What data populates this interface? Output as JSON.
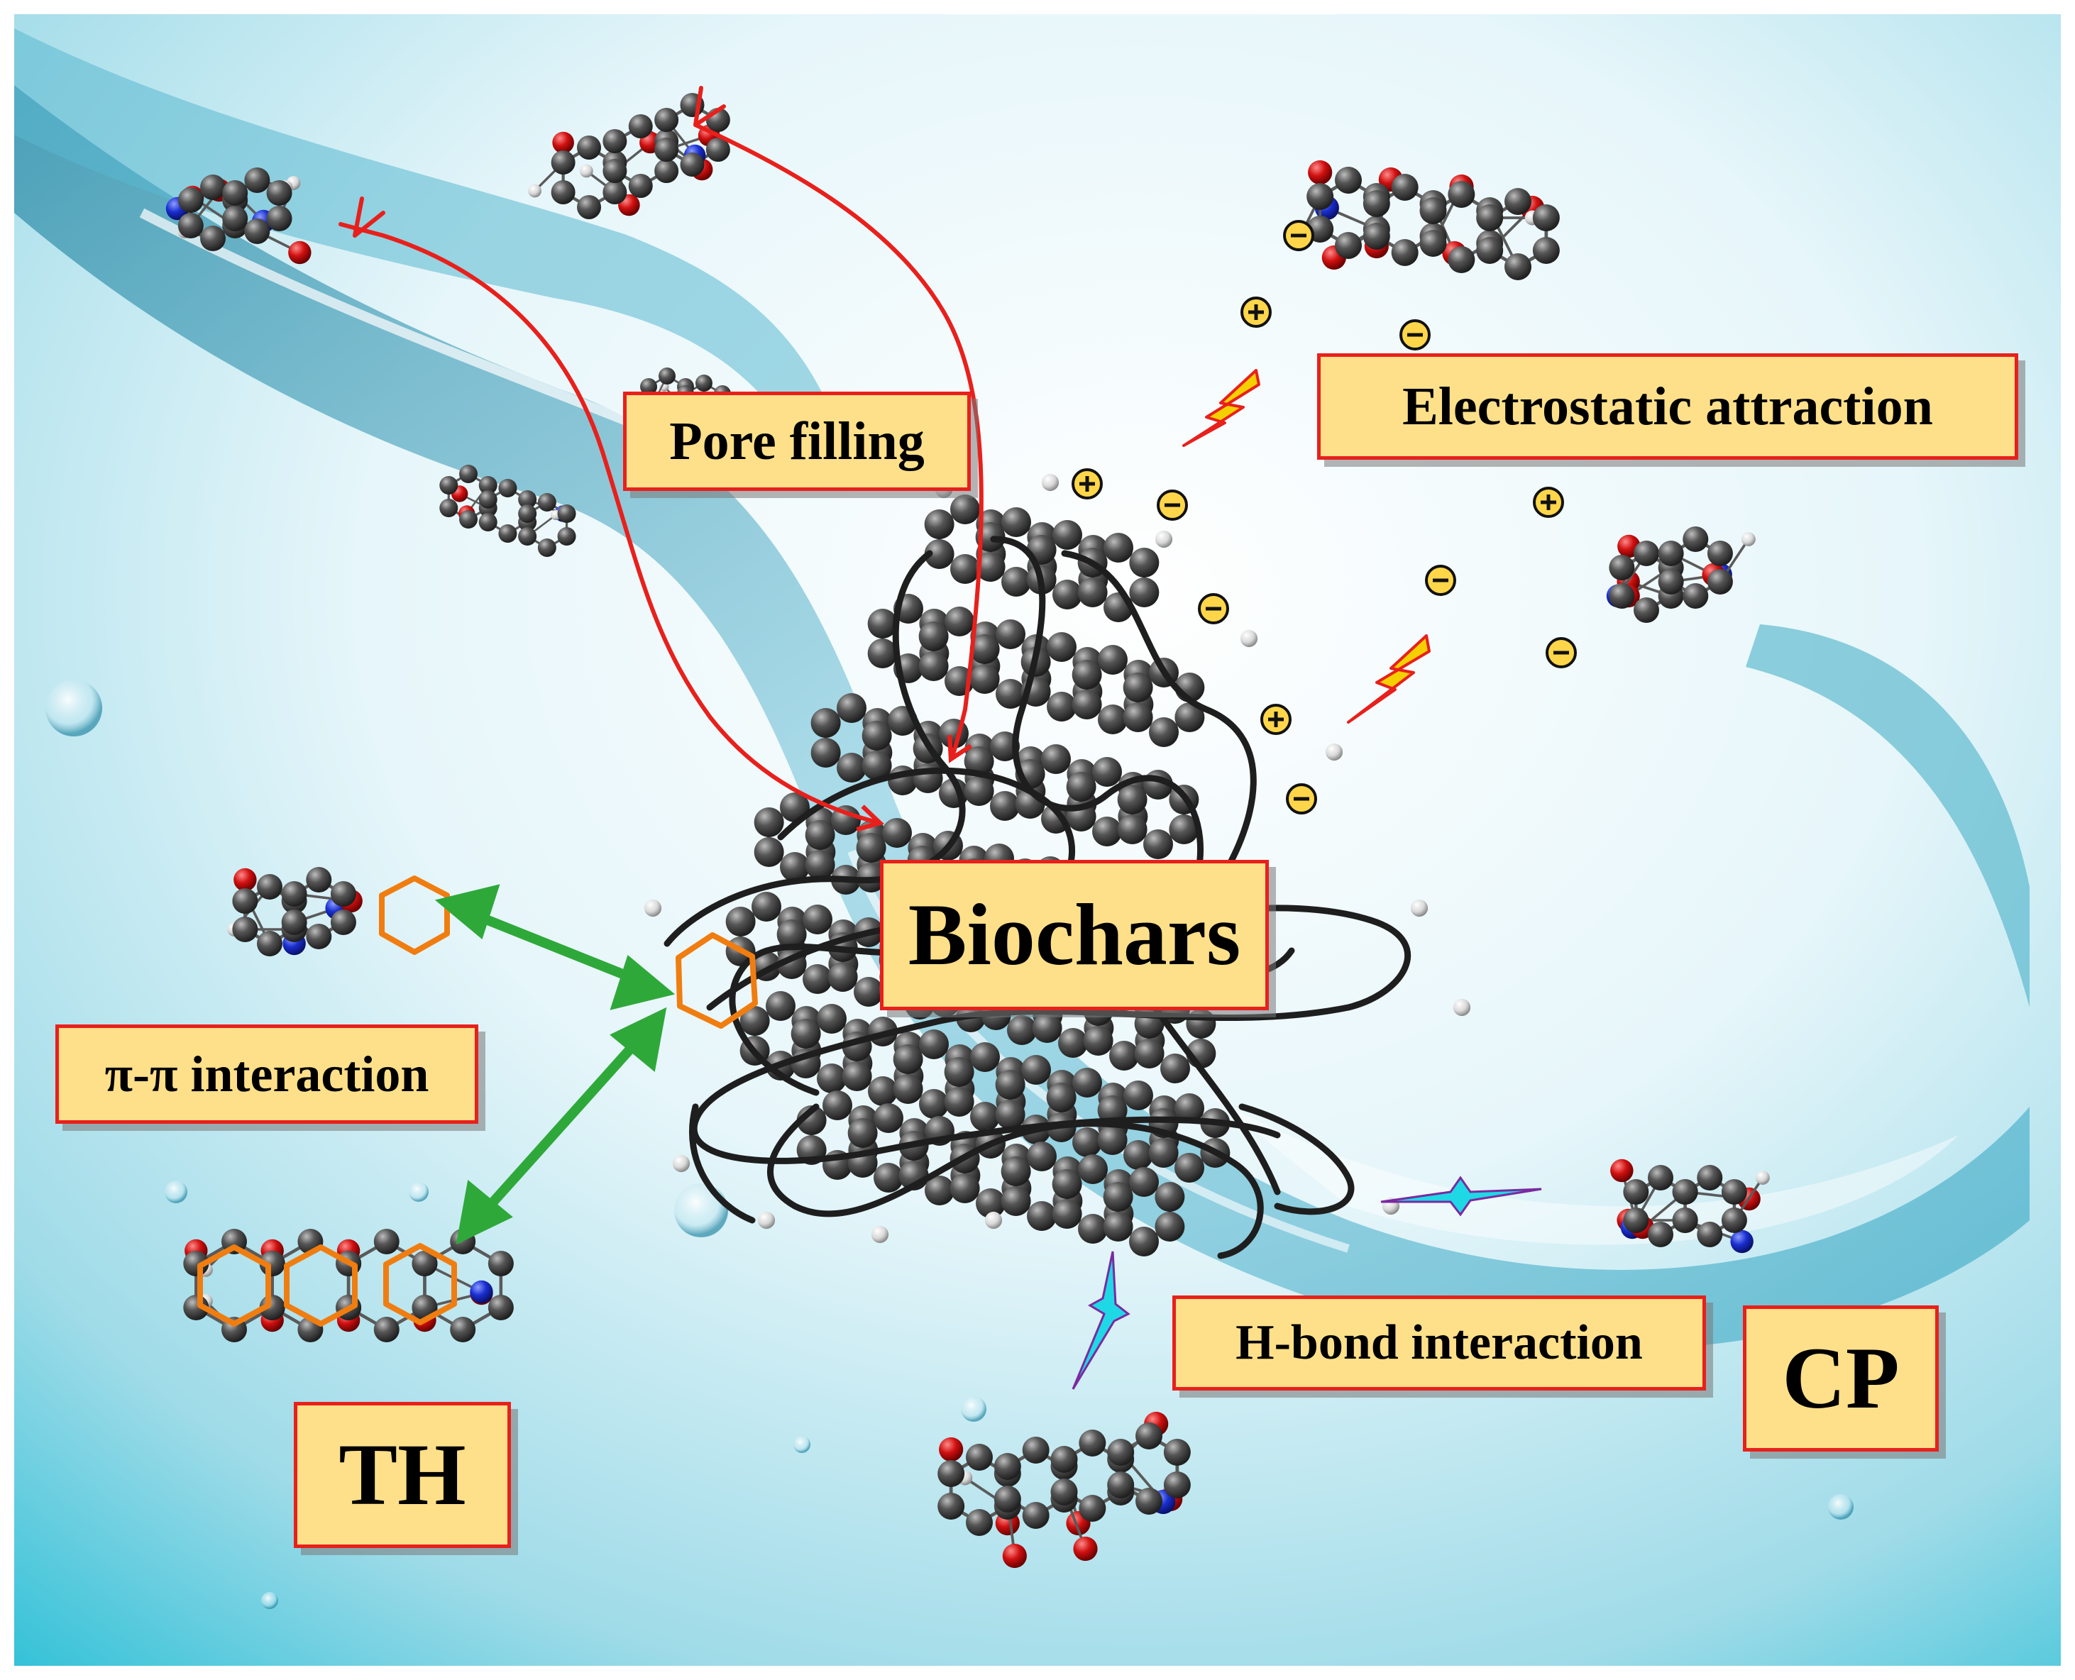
{
  "labels": {
    "pore_filling": "Pore filling",
    "electrostatic": "Electrostatic attraction",
    "pi_pi": "π-π interaction",
    "biochars": "Biochars",
    "th": "TH",
    "h_bond": "H-bond interaction",
    "cp": "CP"
  },
  "colors": {
    "label_fill": "#ffe08a",
    "label_border": "#e8201c",
    "pore_arrow": "#e8201c",
    "pi_arrow": "#2fa83a",
    "hbond_marker": "#1fd8e6",
    "aromatic_ring": "#f07d10",
    "carbon_atom": "#4a4a4a",
    "oxygen_atom": "#d01010",
    "nitrogen_atom": "#1a2fd0",
    "hydrogen_atom": "#d8d8d8",
    "water": "#9ad6e6",
    "lightning": "#f5d000"
  },
  "icons": {
    "lightning": "lightning-bolt-icon",
    "plus_charge": "plus-charge-icon",
    "minus_charge": "minus-charge-icon",
    "h_bond_star": "four-point-star-icon"
  }
}
